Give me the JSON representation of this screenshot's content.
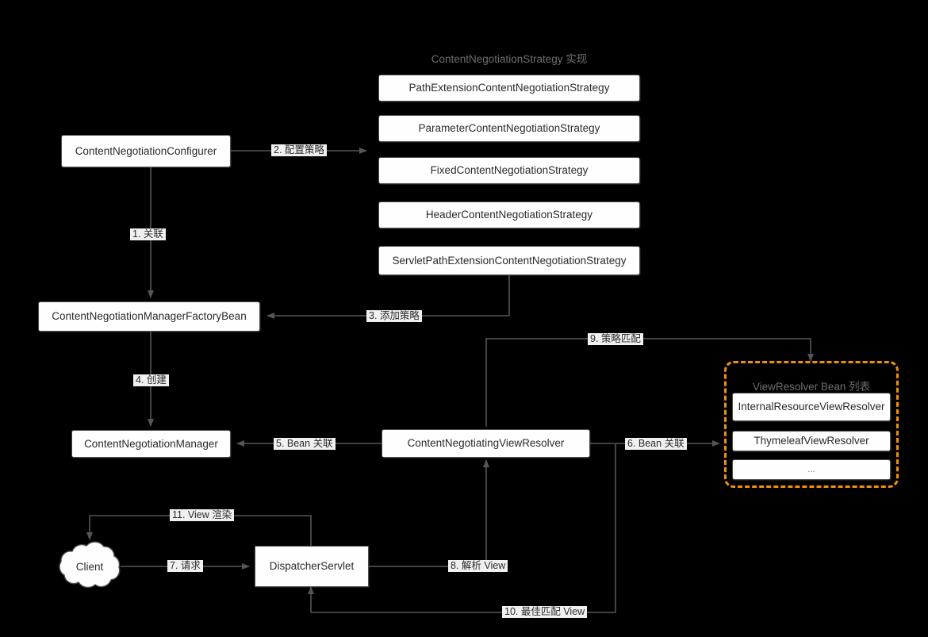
{
  "diagram": {
    "title": "Spring MVC ContentNegotiation / ViewResolver flow",
    "background_color": "#000000",
    "node_fill": "#fefefe",
    "node_stroke": "#4d4d4d",
    "edge_color": "#555555",
    "accent_color": "#f2900d",
    "label_bg": "#f0f0f0"
  },
  "strategy_group": {
    "title": "ContentNegotiationStrategy 实现",
    "items": [
      {
        "label": "PathExtensionContentNegotiationStrategy"
      },
      {
        "label": "ParameterContentNegotiationStrategy"
      },
      {
        "label": "FixedContentNegotiationStrategy"
      },
      {
        "label": "HeaderContentNegotiationStrategy"
      },
      {
        "label": "ServletPathExtensionContentNegotiationStrategy"
      }
    ]
  },
  "nodes": {
    "configurer": "ContentNegotiationConfigurer",
    "factory_bean": "ContentNegotiationManagerFactoryBean",
    "manager": "ContentNegotiationManager",
    "negotiating_view_resolver": "ContentNegotiatingViewResolver",
    "dispatcher_servlet": "DispatcherServlet",
    "client": "Client"
  },
  "viewresolver_group": {
    "title": "ViewResolver Bean 列表",
    "items": [
      {
        "label": "InternalResourceViewResolver"
      },
      {
        "label": "ThymeleafViewResolver"
      },
      {
        "label": "..."
      }
    ]
  },
  "edges": [
    {
      "id": "e1",
      "label": "1. 关联"
    },
    {
      "id": "e2",
      "label": "2. 配置策略"
    },
    {
      "id": "e3",
      "label": "3. 添加策略"
    },
    {
      "id": "e4",
      "label": "4. 创建"
    },
    {
      "id": "e5",
      "label": "5. Bean 关联"
    },
    {
      "id": "e6",
      "label": "6. Bean 关联"
    },
    {
      "id": "e7",
      "label": "7. 请求"
    },
    {
      "id": "e8",
      "label": "8. 解析 View"
    },
    {
      "id": "e9",
      "label": "9. 策略匹配"
    },
    {
      "id": "e10",
      "label": "10. 最佳匹配 View"
    },
    {
      "id": "e11",
      "label": "11. View 渲染"
    }
  ]
}
